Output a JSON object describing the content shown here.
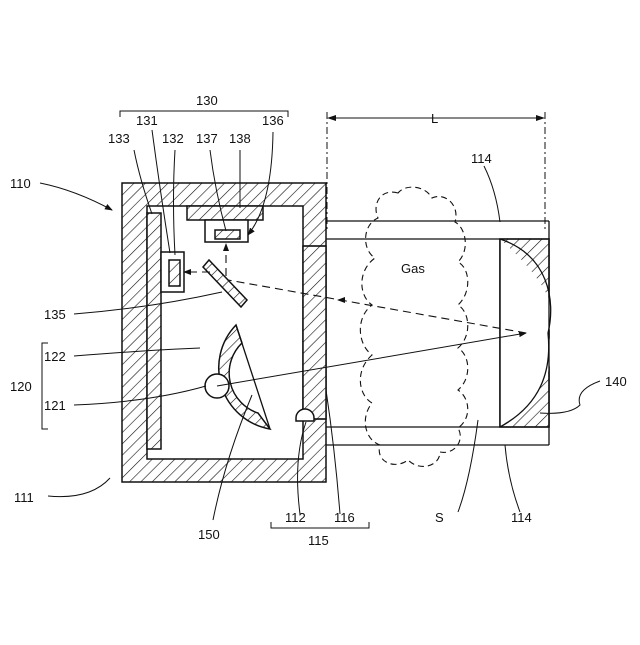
{
  "figure": {
    "labels": {
      "l110": "110",
      "l111": "111",
      "l112": "112",
      "l114a": "114",
      "l114b": "114",
      "l115": "115",
      "l116": "116",
      "l120": "120",
      "l121": "121",
      "l122": "122",
      "l130": "130",
      "l131": "131",
      "l132": "132",
      "l133": "133",
      "l135": "135",
      "l136": "136",
      "l137": "137",
      "l138": "138",
      "l140": "140",
      "l150": "150",
      "lS": "S",
      "lL": "L",
      "lGas": "Gas"
    }
  }
}
